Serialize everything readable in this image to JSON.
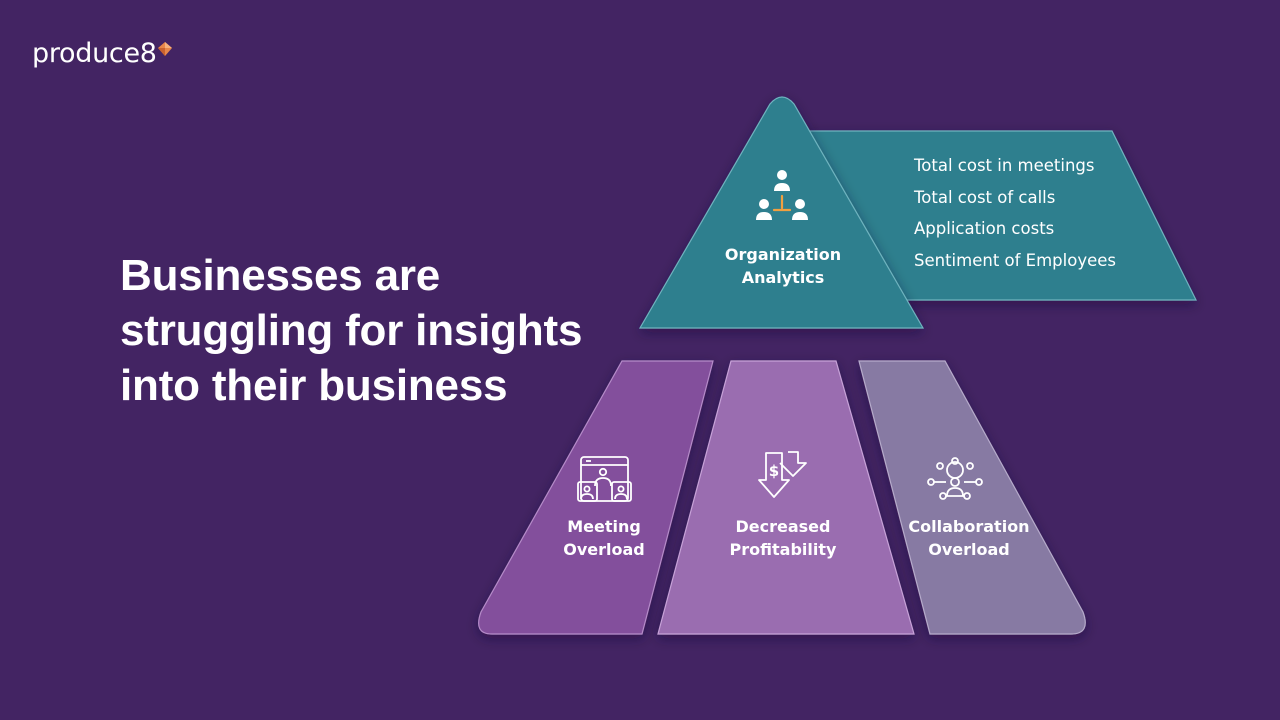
{
  "brand": {
    "logo_text": "produce8"
  },
  "headline": "Businesses are struggling for insights into their business",
  "top_block": {
    "label_line1": "Organization",
    "label_line2": "Analytics",
    "icon": "org-chart-icon",
    "color": "#2D7F8E",
    "metrics": [
      "Total cost in meetings",
      "Total cost of calls",
      "Application costs",
      "Sentiment of Employees"
    ]
  },
  "bottom_blocks": [
    {
      "label_line1": "Meeting",
      "label_line2": "Overload",
      "icon": "video-meeting-icon",
      "color": "#834F9C"
    },
    {
      "label_line1": "Decreased",
      "label_line2": "Profitability",
      "icon": "dollar-down-arrows-icon",
      "color": "#9A6DB0"
    },
    {
      "label_line1": "Collaboration",
      "label_line2": "Overload",
      "icon": "collaboration-network-icon",
      "color": "#877AA3"
    }
  ],
  "colors": {
    "background": "#432463",
    "logo_accent": "#E8874A",
    "icon_accent": "#F0A040"
  }
}
